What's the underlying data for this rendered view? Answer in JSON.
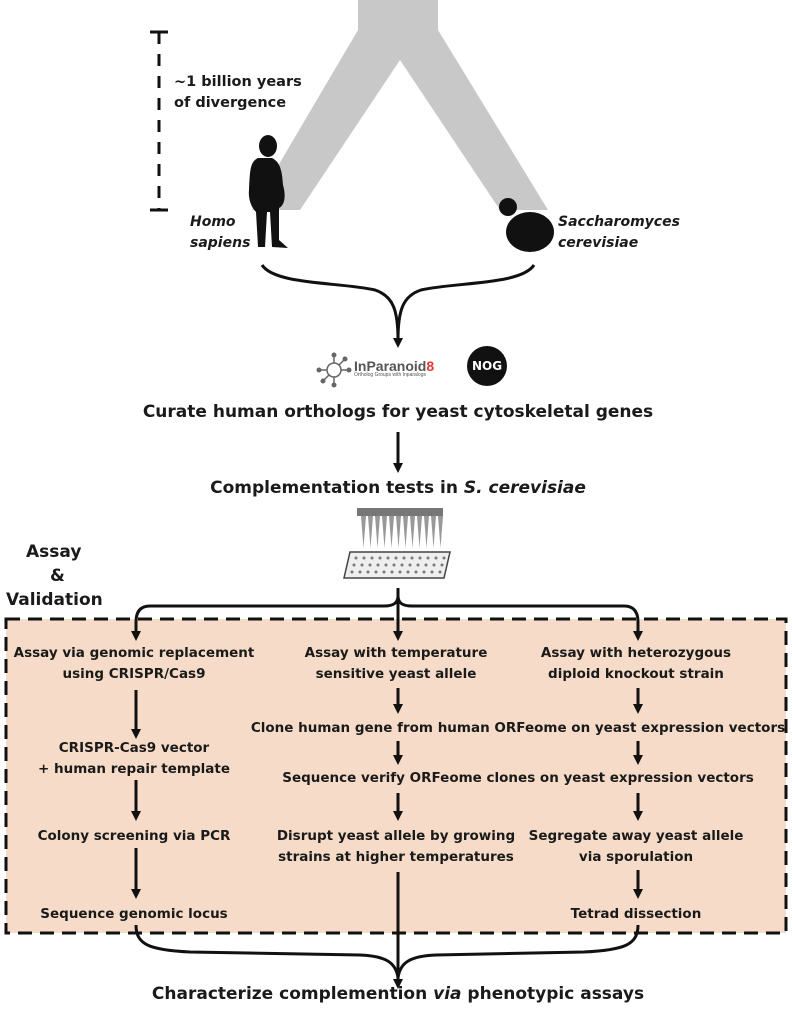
{
  "tree": {
    "divergence_label": [
      "~1 billion years",
      "of divergence"
    ],
    "human_label": [
      "Homo",
      "sapiens"
    ],
    "yeast_label": [
      "Saccharomyces",
      "cerevisiae"
    ]
  },
  "logos": {
    "inparanoid": {
      "name_main": "InParanoid",
      "name_num": "8",
      "tagline": "Ortholog Groups with Inparalogs"
    },
    "nog": "NOG"
  },
  "steps": {
    "curate": "Curate human orthologs for yeast cytoskeletal genes",
    "complementation_prefix": "Complementation tests in ",
    "complementation_species": "S. cerevisiae",
    "final_prefix": "Characterize complemention ",
    "final_via": "via",
    "final_suffix": " phenotypic assays"
  },
  "assay_label": [
    "Assay",
    "&",
    "Validation"
  ],
  "columns": {
    "left": {
      "header": [
        "Assay via genomic replacement",
        "using CRISPR/Cas9"
      ],
      "step1": [
        "CRISPR-Cas9 vector",
        "+ human repair template"
      ],
      "step2": "Colony screening via PCR",
      "step3": "Sequence genomic locus"
    },
    "middle": {
      "header": [
        "Assay with temperature",
        "sensitive yeast allele"
      ],
      "step3": [
        "Disrupt yeast allele by growing",
        "strains at higher temperatures"
      ]
    },
    "right": {
      "header": [
        "Assay with heterozygous",
        "diploid knockout strain"
      ],
      "step3": [
        "Segregate away yeast allele",
        "via sporulation"
      ],
      "step4": "Tetrad dissection"
    },
    "shared_clone": "Clone human gene from human ORFeome on yeast expression vectors",
    "shared_sequence": "Sequence verify ORFeome clones on yeast expression vectors"
  },
  "colors": {
    "box_fill": "#f6dcc8",
    "tree_grey": "#c8c8c8",
    "ink": "#111111",
    "logo_red": "#e53935"
  }
}
